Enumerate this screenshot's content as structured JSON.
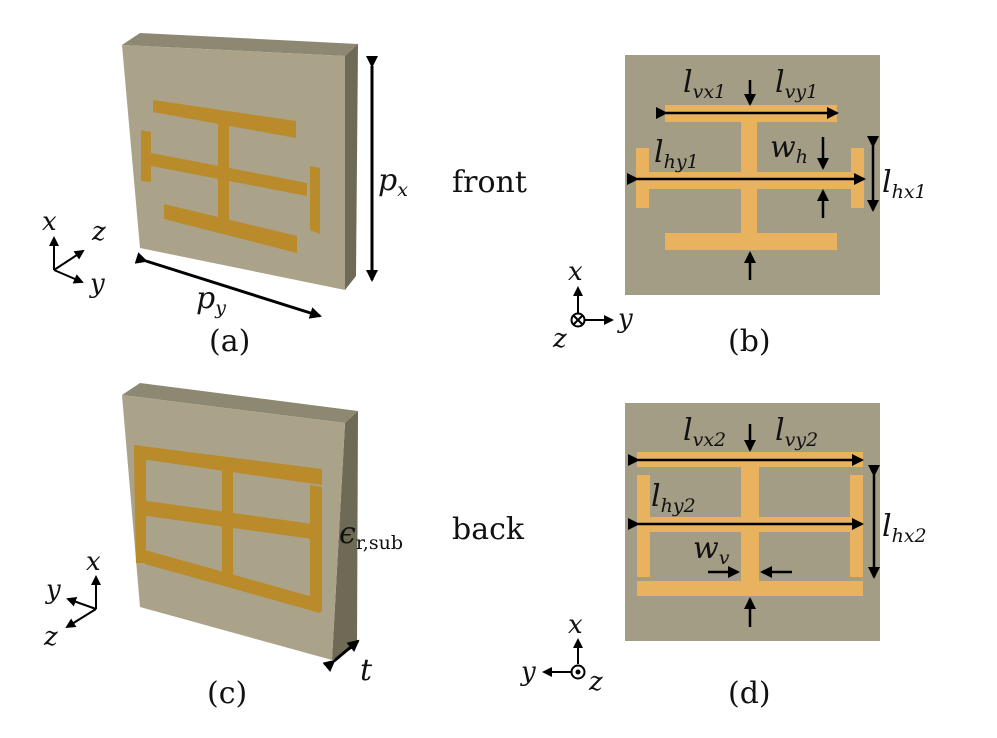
{
  "panels": {
    "a": {
      "caption": "(a)",
      "dim_x": "p",
      "dim_x_sub": "x",
      "dim_y": "p",
      "dim_y_sub": "y",
      "axes": {
        "x": "x",
        "y": "y",
        "z": "z"
      }
    },
    "b": {
      "caption": "(b)",
      "side_label": "front",
      "axes": {
        "x": "x",
        "y": "y",
        "z": "z"
      },
      "labels": {
        "lvx1": "l",
        "lvx1_sub": "vx1",
        "lvy1": "l",
        "lvy1_sub": "vy1",
        "lhy1": "l",
        "lhy1_sub": "hy1",
        "wh": "w",
        "wh_sub": "h",
        "lhx1": "l",
        "lhx1_sub": "hx1"
      }
    },
    "c": {
      "caption": "(c)",
      "eps": "ϵ",
      "eps_sub": "r,sub",
      "t": "t",
      "axes": {
        "x": "x",
        "y": "y",
        "z": "z"
      }
    },
    "d": {
      "caption": "(d)",
      "side_label": "back",
      "axes": {
        "x": "x",
        "y": "y",
        "z": "z"
      },
      "labels": {
        "lvx2": "l",
        "lvx2_sub": "vx2",
        "lvy2": "l",
        "lvy2_sub": "vy2",
        "lhy2": "l",
        "lhy2_sub": "hy2",
        "wv": "w",
        "wv_sub": "v",
        "lhx2": "l",
        "lhx2_sub": "hx2"
      }
    }
  },
  "colors": {
    "substrate_front": "#aba28a",
    "substrate_side": "#6e6a55",
    "substrate_top": "#8d8872",
    "metal": "#b98b2b",
    "metal_light": "#e8b25f",
    "plate": "#a49d86"
  }
}
